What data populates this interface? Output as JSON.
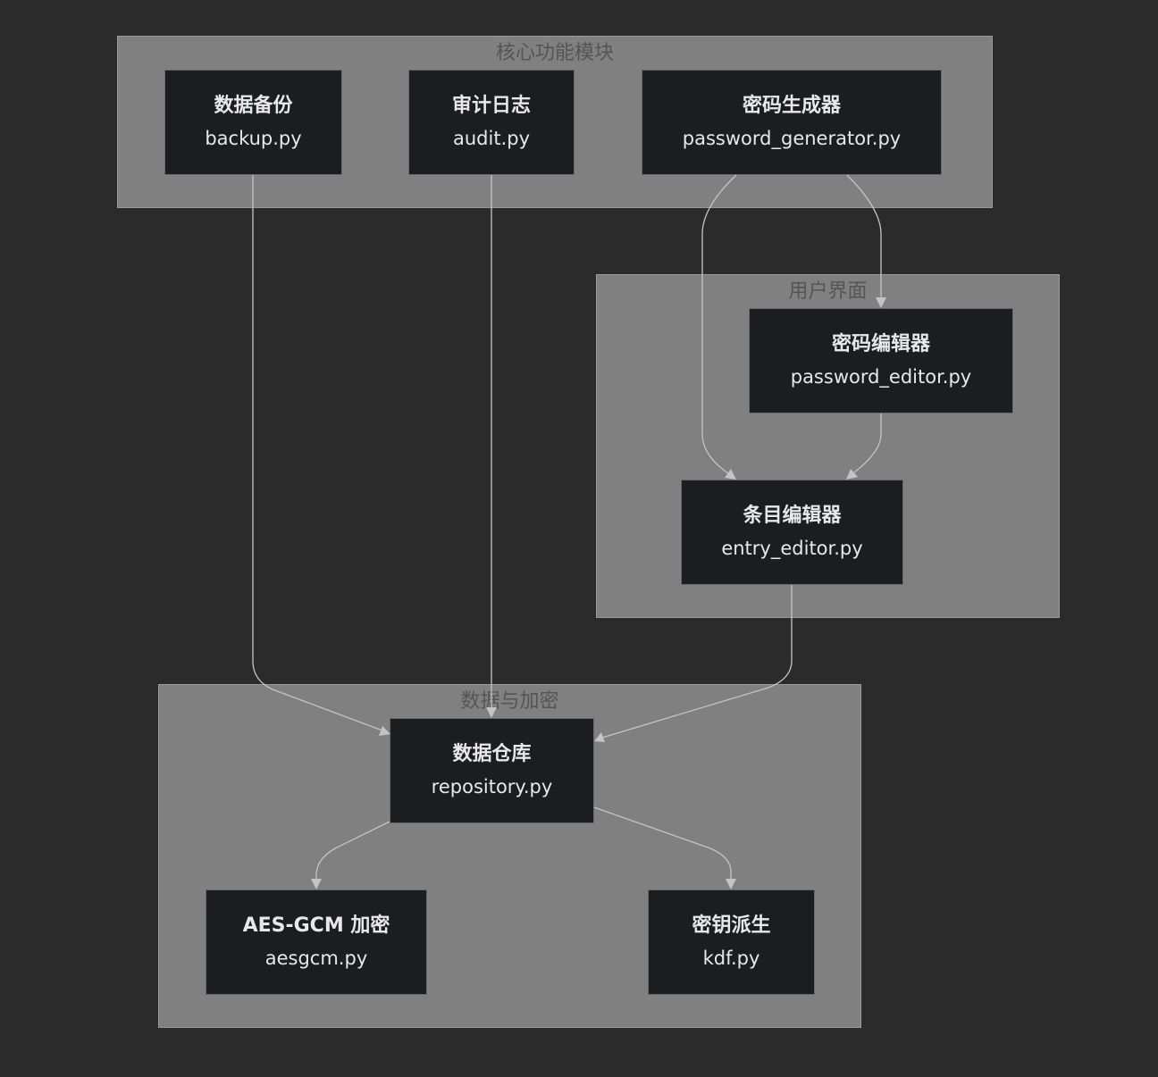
{
  "clusters": {
    "core": {
      "title": "核心功能模块"
    },
    "ui": {
      "title": "用户界面"
    },
    "data": {
      "title": "数据与加密"
    }
  },
  "nodes": {
    "backup": {
      "title": "数据备份",
      "file": "backup.py"
    },
    "audit": {
      "title": "审计日志",
      "file": "audit.py"
    },
    "generator": {
      "title": "密码生成器",
      "file": "password_generator.py"
    },
    "password_editor": {
      "title": "密码编辑器",
      "file": "password_editor.py"
    },
    "entry_editor": {
      "title": "条目编辑器",
      "file": "entry_editor.py"
    },
    "repository": {
      "title": "数据仓库",
      "file": "repository.py"
    },
    "aesgcm": {
      "title": "AES-GCM 加密",
      "file": "aesgcm.py"
    },
    "kdf": {
      "title": "密钥派生",
      "file": "kdf.py"
    }
  },
  "edges": [
    {
      "from": "backup",
      "to": "repository"
    },
    {
      "from": "audit",
      "to": "repository"
    },
    {
      "from": "generator",
      "to": "password_editor"
    },
    {
      "from": "generator",
      "to": "entry_editor"
    },
    {
      "from": "password_editor",
      "to": "entry_editor"
    },
    {
      "from": "entry_editor",
      "to": "repository"
    },
    {
      "from": "repository",
      "to": "aesgcm"
    },
    {
      "from": "repository",
      "to": "kdf"
    }
  ]
}
